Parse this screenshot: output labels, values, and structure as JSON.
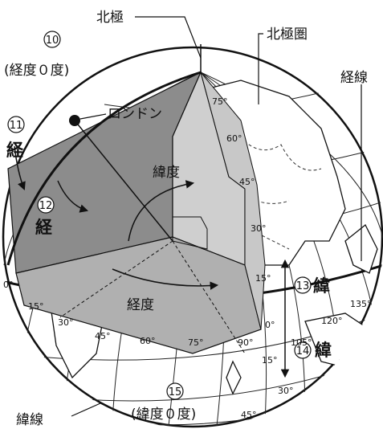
{
  "labels": {
    "north_pole": "北極",
    "arctic_circle": "北極圏",
    "meridian": "経線",
    "parallel": "緯線",
    "london": "ロンドン",
    "latitude": "緯度",
    "longitude": "経度",
    "prime_meridian": "(経度０度)",
    "equator": "(緯度０度)",
    "kei": "経",
    "i": "緯"
  },
  "markers": {
    "m10": "10",
    "m11": "11",
    "m12": "12",
    "m13": "13",
    "m14": "14",
    "m15": "15"
  },
  "latitude_ticks": [
    "75°",
    "60°",
    "45°",
    "30°",
    "15°"
  ],
  "longitude_ticks": [
    "0°",
    "15°",
    "30°",
    "45°",
    "60°",
    "75°",
    "90°",
    "105°",
    "120°",
    "135°"
  ],
  "south_latitude_ticks": [
    "15°",
    "30°",
    "45°"
  ],
  "colors": {
    "ink": "#111111",
    "globe": "#ffffff",
    "cut_dark": "#8c8c8c",
    "cut_mid": "#b0b0b0",
    "cut_light": "#cfcfcf"
  }
}
